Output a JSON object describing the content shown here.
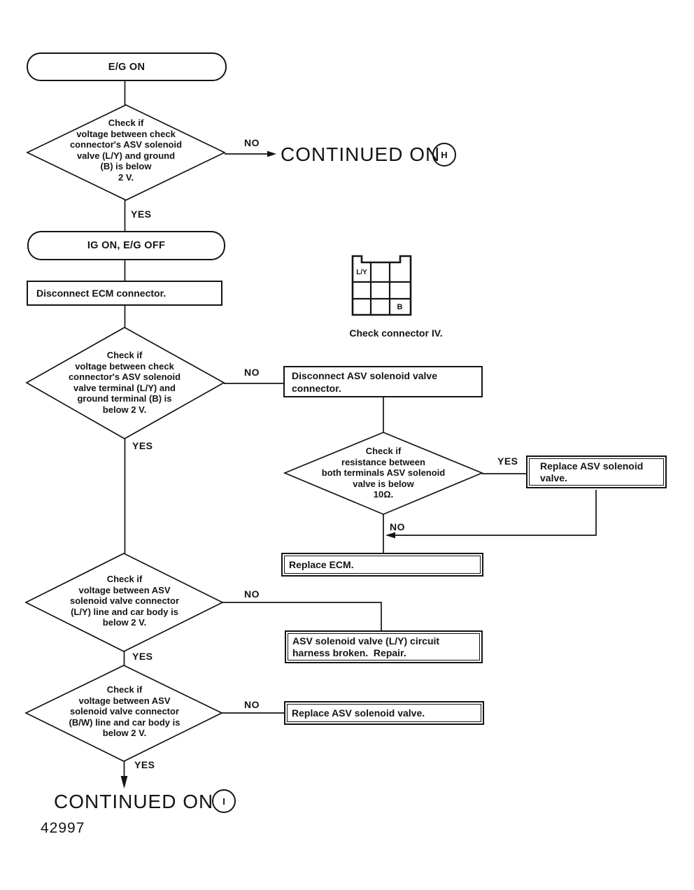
{
  "figure_number": "42997",
  "flowchart": {
    "start_terminal": {
      "label": "E/G ON"
    },
    "decision_1": {
      "text": "Check if\nvoltage between check\nconnector's ASV solenoid\nvalve (L/Y) and ground\n(B) is below\n2 V.",
      "no_label": "NO",
      "yes_label": "YES"
    },
    "continued_h": {
      "label": "CONTINUED ON",
      "ref": "H"
    },
    "ig_terminal": {
      "label": "IG ON, E/G OFF"
    },
    "disconnect_ecm": {
      "label": "Disconnect ECM connector."
    },
    "check_connector": {
      "caption": "Check connector IV.",
      "pin_ly": "L/Y",
      "pin_b": "B"
    },
    "decision_2": {
      "text": "Check if\nvoltage between check\nconnector's ASV solenoid\nvalve terminal (L/Y) and\nground terminal (B) is\nbelow 2 V.",
      "no_label": "NO",
      "yes_label": "YES"
    },
    "disconnect_asv": {
      "label": "Disconnect ASV solenoid valve\nconnector."
    },
    "decision_3": {
      "text": "Check if\nresistance between\nboth terminals ASV solenoid\nvalve is below\n10Ω.",
      "yes_label": "YES",
      "no_label": "NO"
    },
    "replace_asv_valve": {
      "label": "Replace ASV solenoid\nvalve."
    },
    "replace_ecm": {
      "label": "Replace ECM."
    },
    "decision_4": {
      "text": "Check if\nvoltage between ASV\nsolenoid valve connector\n(L/Y) line and car body is\nbelow 2 V.",
      "no_label": "NO",
      "yes_label": "YES"
    },
    "harness_repair": {
      "label": "ASV solenoid valve (L/Y) circuit\nharness broken.  Repair."
    },
    "decision_5": {
      "text": "Check if\nvoltage between ASV\nsolenoid valve connector\n(B/W) line and car body is\nbelow 2 V.",
      "no_label": "NO",
      "yes_label": "YES"
    },
    "replace_asv_valve_2": {
      "label": "Replace ASV solenoid valve."
    },
    "continued_i": {
      "label": "CONTINUED ON",
      "ref": "I"
    }
  }
}
